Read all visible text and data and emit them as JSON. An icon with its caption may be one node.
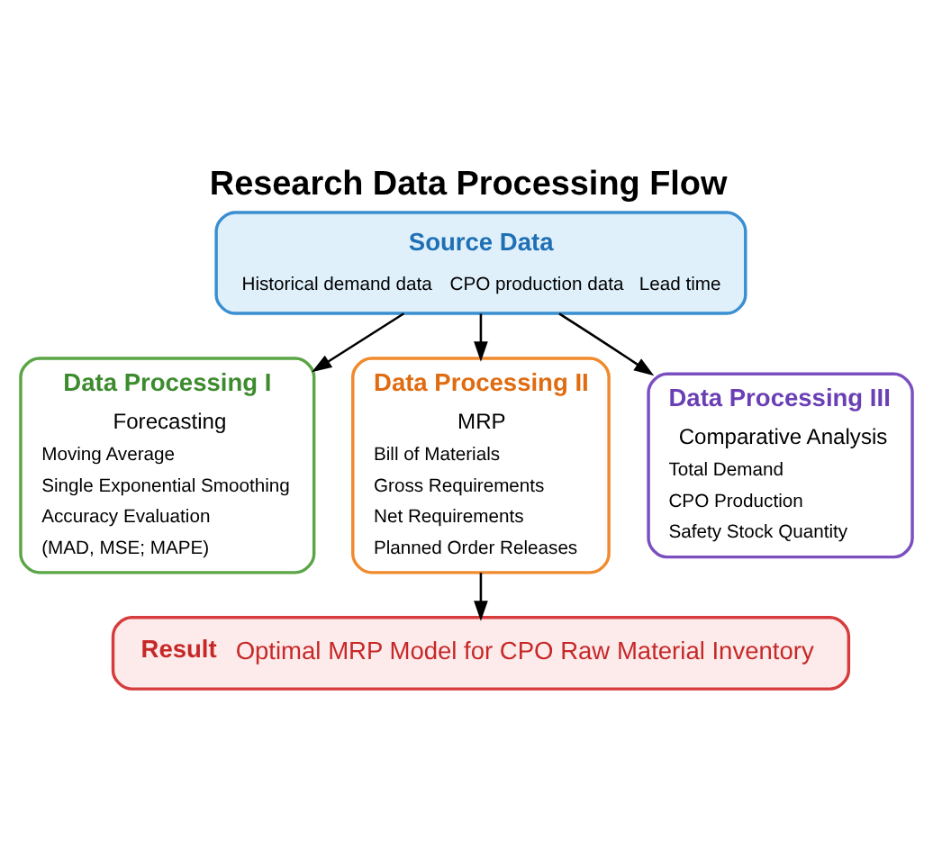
{
  "diagram": {
    "title": "Research Data Processing Flow",
    "nodes": [
      {
        "text": [
          "Source Data",
          "Historical demand data",
          "CPO production data",
          "Lead time"
        ]
      },
      {
        "text": [
          "Data Processing I",
          "Forecasting",
          "Moving Average",
          "Single Exponential Smoothing",
          "Accuracy Evaluation",
          "(MAD, MSE; MAPE)"
        ]
      },
      {
        "text": [
          "Data Processing II",
          "MRP",
          "Bill of Materials",
          "Gross Requirements",
          "Net Requirements",
          "Planned Order Releases"
        ]
      },
      {
        "text": [
          "Data Processing III",
          "Comparative Analysis",
          "Total Demand",
          "CPO Production",
          "Safety Stock Quantity"
        ]
      },
      {
        "text": [
          "Result",
          "Optimal MRP Model for CPO Raw Material Inventory"
        ]
      }
    ],
    "edges": [
      {
        "from": 0,
        "to": 1,
        "arrow": "to"
      },
      {
        "from": 0,
        "to": 2,
        "arrow": "to"
      },
      {
        "from": 0,
        "to": 3,
        "arrow": "to"
      },
      {
        "from": 2,
        "to": 4,
        "arrow": "to"
      }
    ]
  }
}
